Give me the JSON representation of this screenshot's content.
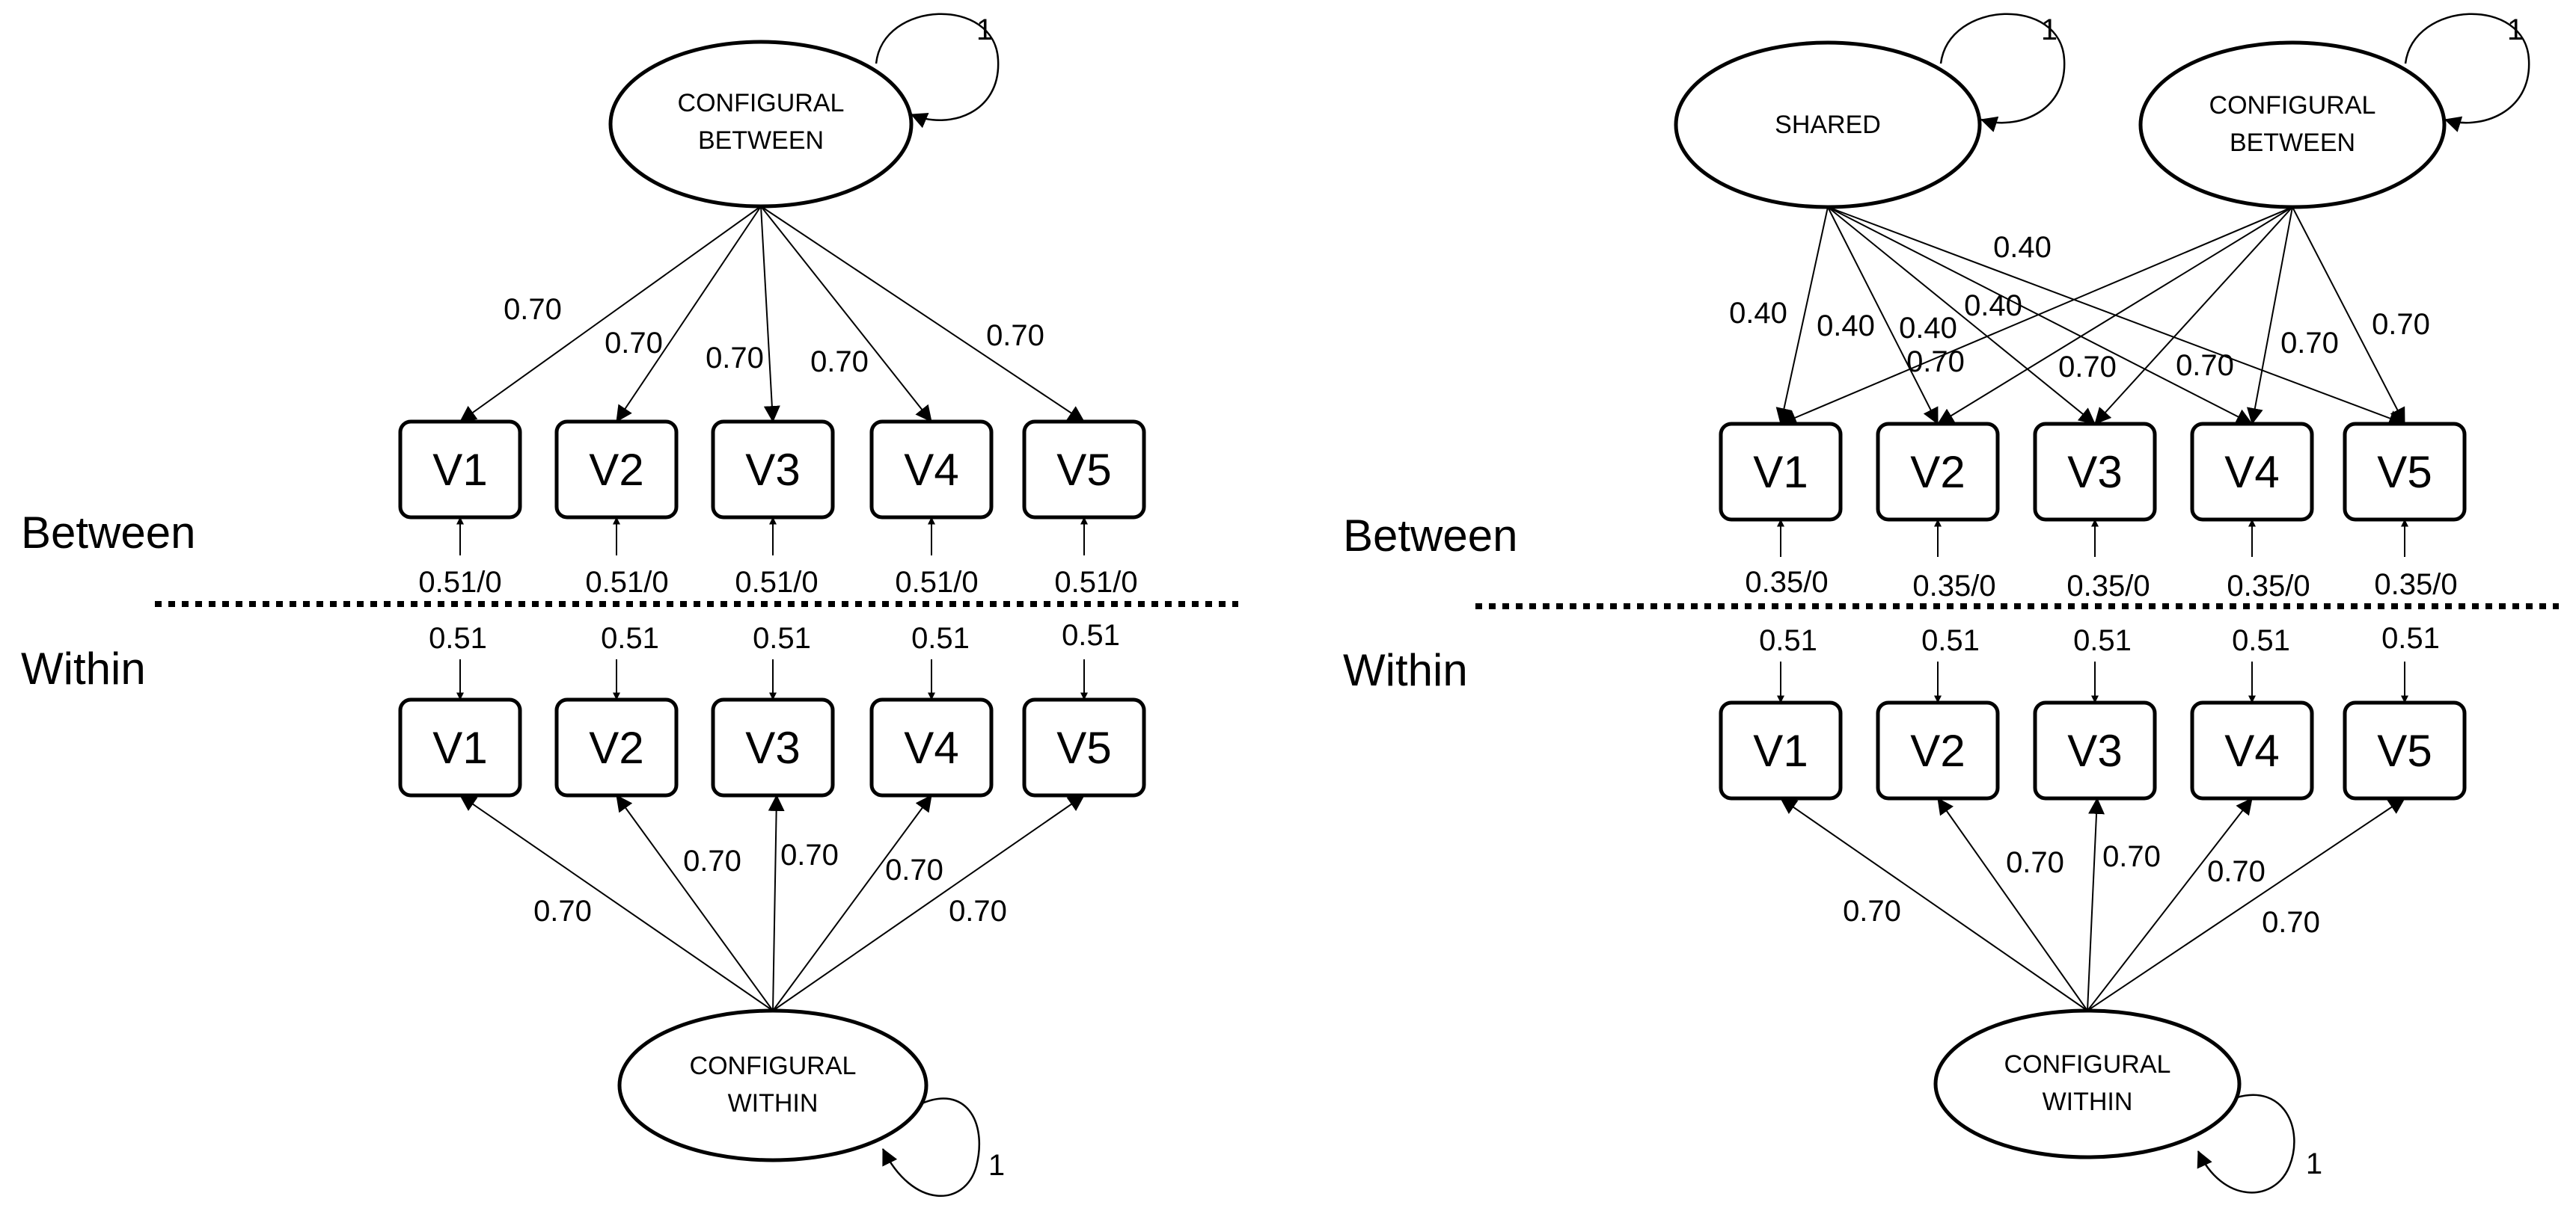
{
  "sections": {
    "between": "Between",
    "within": "Within"
  },
  "vars": [
    "V1",
    "V2",
    "V3",
    "V4",
    "V5"
  ],
  "left": {
    "factor_between_l1": "CONFIGURAL",
    "factor_between_l2": "BETWEEN",
    "factor_between_var": "1",
    "between_loadings": [
      "0.70",
      "0.70",
      "0.70",
      "0.70",
      "0.70"
    ],
    "between_residuals": [
      "0.51/0",
      "0.51/0",
      "0.51/0",
      "0.51/0",
      "0.51/0"
    ],
    "within_residuals": [
      "0.51",
      "0.51",
      "0.51",
      "0.51",
      "0.51"
    ],
    "within_loadings": [
      "0.70",
      "0.70",
      "0.70",
      "0.70",
      "0.70"
    ],
    "factor_within_l1": "CONFIGURAL",
    "factor_within_l2": "WITHIN",
    "factor_within_var": "1"
  },
  "right": {
    "shared_label": "SHARED",
    "shared_var": "1",
    "factor_between_l1": "CONFIGURAL",
    "factor_between_l2": "BETWEEN",
    "factor_between_var": "1",
    "shared_loadings": [
      "0.40",
      "0.40",
      "0.40",
      "0.40",
      "0.40"
    ],
    "configural_loadings": [
      "0.70",
      "0.70",
      "0.70",
      "0.70",
      "0.70"
    ],
    "between_residuals": [
      "0.35/0",
      "0.35/0",
      "0.35/0",
      "0.35/0",
      "0.35/0"
    ],
    "within_residuals": [
      "0.51",
      "0.51",
      "0.51",
      "0.51",
      "0.51"
    ],
    "within_loadings": [
      "0.70",
      "0.70",
      "0.70",
      "0.70",
      "0.70"
    ],
    "factor_within_l1": "CONFIGURAL",
    "factor_within_l2": "WITHIN",
    "factor_within_var": "1"
  }
}
